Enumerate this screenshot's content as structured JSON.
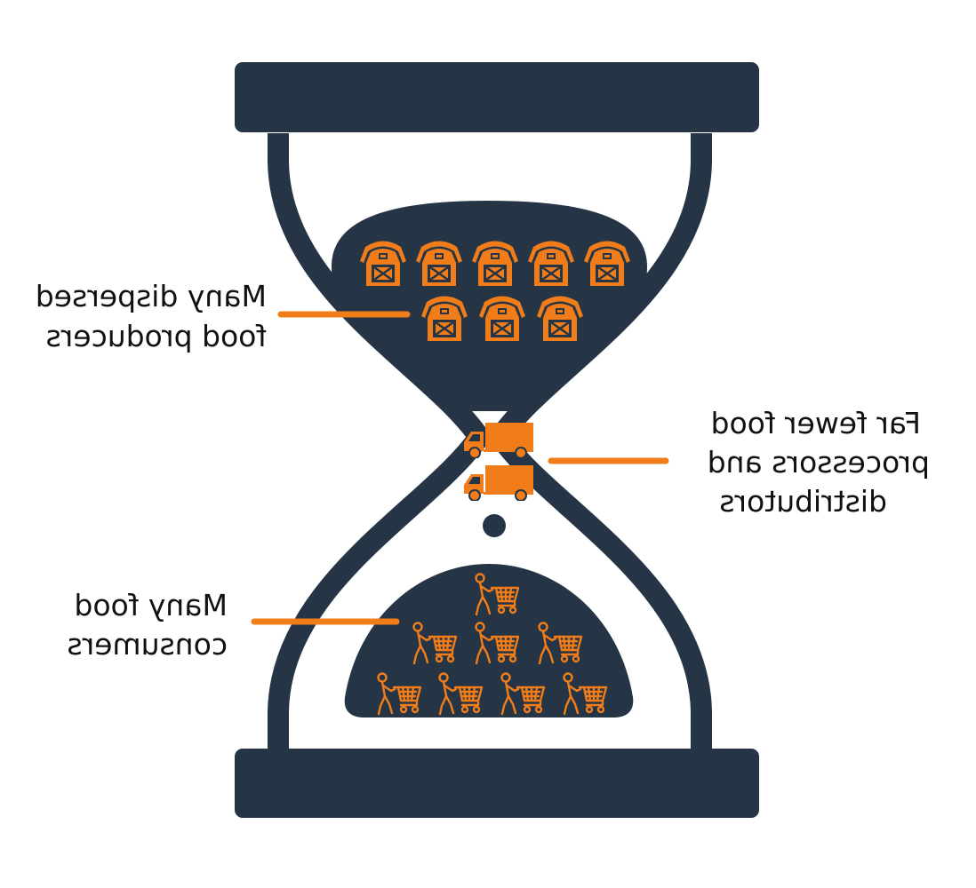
{
  "colors": {
    "frame": "#263545",
    "accent": "#f07d19",
    "background": "#ffffff",
    "text": "#111111"
  },
  "mirrored": true,
  "labels": {
    "producers": {
      "line1": "Many dispersed",
      "line2": "food producers"
    },
    "processors": {
      "line1": "Far fewer food",
      "line2": "processors and",
      "line3": "distributors"
    },
    "consumers": {
      "line1": "Many food",
      "line2": "consumers"
    }
  },
  "icons": {
    "producer": "barn-icon",
    "processor": "truck-icon",
    "consumer": "shopper-cart-icon",
    "sand_grain": "sand-grain-icon"
  },
  "counts": {
    "barns": 8,
    "trucks": 2,
    "shoppers": 8
  }
}
